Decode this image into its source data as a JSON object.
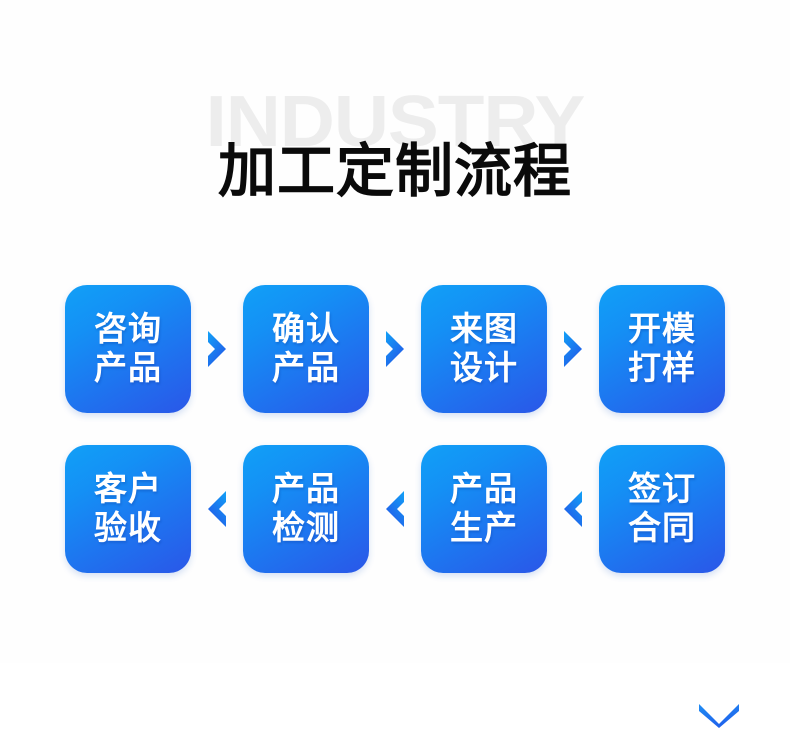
{
  "header": {
    "watermark": "INDUSTRY",
    "title": "加工定制流程"
  },
  "colors": {
    "background": "#fefefe",
    "watermark": "#ededed",
    "title": "#0a0a0a",
    "box_gradient_start": "#11a0f7",
    "box_gradient_end": "#2a57e8",
    "chevron_start": "#12a1f7",
    "chevron_end": "#2259e8",
    "box_text": "#ffffff"
  },
  "flow": {
    "row1_direction": "right",
    "row2_direction": "left",
    "connector_icon": "chevron-down-icon",
    "rows": [
      {
        "id": "row-1",
        "separator_icon": "chevron-right-icon",
        "steps": [
          {
            "id": "step-1",
            "line1": "咨询",
            "line2": "产品"
          },
          {
            "id": "step-2",
            "line1": "确认",
            "line2": "产品"
          },
          {
            "id": "step-3",
            "line1": "来图",
            "line2": "设计"
          },
          {
            "id": "step-4",
            "line1": "开模",
            "line2": "打样"
          }
        ]
      },
      {
        "id": "row-2",
        "separator_icon": "chevron-left-icon",
        "steps": [
          {
            "id": "step-8",
            "line1": "客户",
            "line2": "验收"
          },
          {
            "id": "step-7",
            "line1": "产品",
            "line2": "检测"
          },
          {
            "id": "step-6",
            "line1": "产品",
            "line2": "生产"
          },
          {
            "id": "step-5",
            "line1": "签订",
            "line2": "合同"
          }
        ]
      }
    ]
  }
}
